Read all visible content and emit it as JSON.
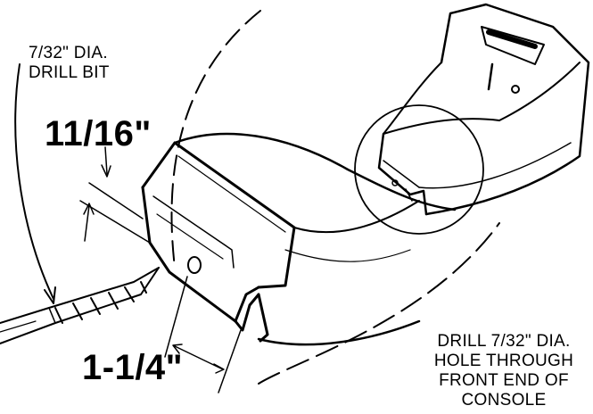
{
  "labels": {
    "drill_bit": [
      "7/32\" DIA.",
      "DRILL BIT"
    ],
    "dimension_top": "11/16\"",
    "dimension_bottom": "1-1/4\"",
    "instruction": [
      "DRILL 7/32\" DIA.",
      "HOLE THROUGH",
      "FRONT END OF",
      "CONSOLE"
    ]
  },
  "colors": {
    "ink": "#000000",
    "paper": "#ffffff"
  },
  "icons": {
    "drill_bit": "drill-bit-icon",
    "console_inset": "console-inset-icon"
  }
}
